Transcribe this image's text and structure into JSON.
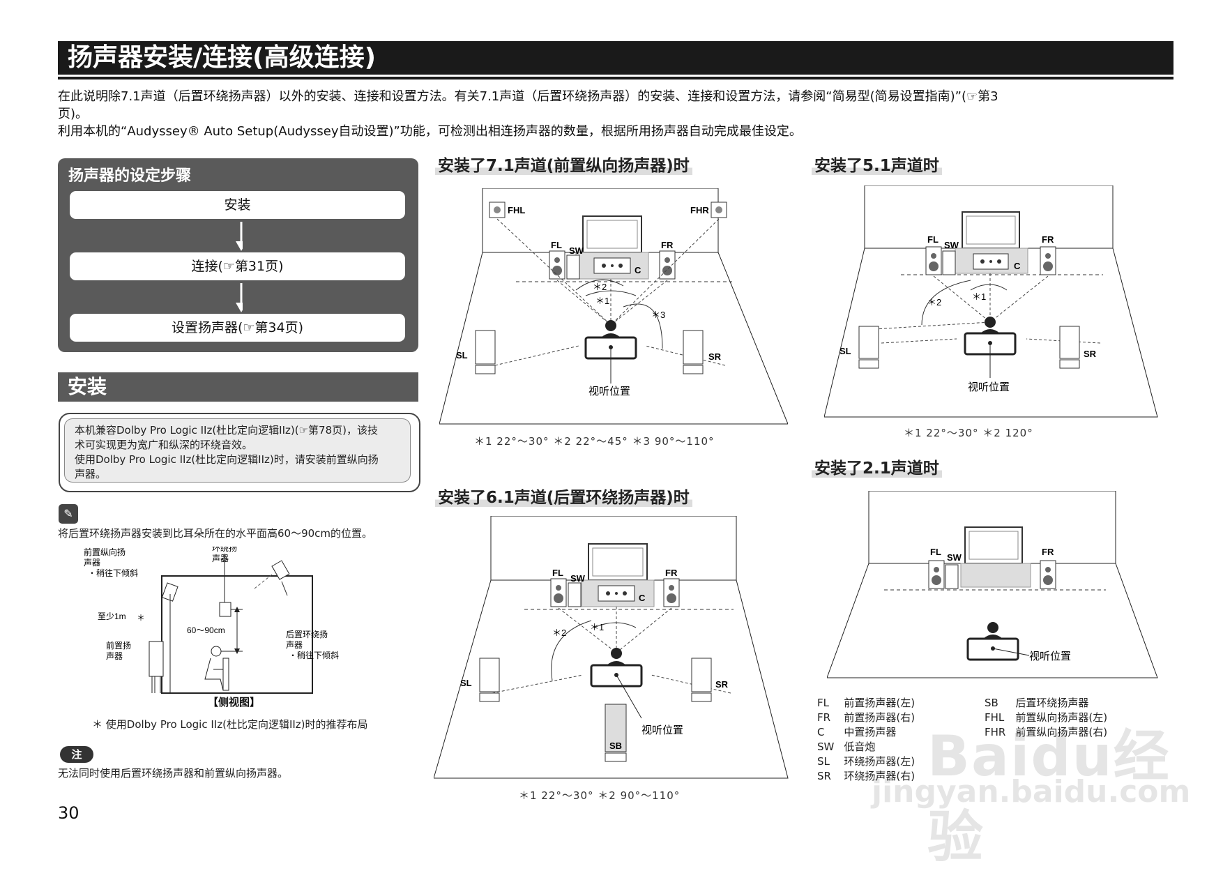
{
  "page": {
    "title": "扬声器安装/连接(高级连接)",
    "intro_line1": "在此说明除7.1声道（后置环绕扬声器）以外的安装、连接和设置方法。有关7.1声道（后置环绕扬声器）的安装、连接和设置方法，请参阅“简易型(简易设置指南)”(☞第3",
    "intro_line2": "页)。",
    "intro_line3": "利用本机的“Audyssey® Auto Setup(Audyssey自动设置)”功能，可检测出相连扬声器的数量，根据所用扬声器自动完成最佳设定。",
    "page_number": "30"
  },
  "steps": {
    "title": "扬声器的设定步骤",
    "items": [
      "安装",
      "连接(☞第31页)",
      "设置扬声器(☞第34页)"
    ]
  },
  "install": {
    "heading": "安装",
    "note_lines": [
      "本机兼容Dolby Pro Logic IIz(杜比定向逻辑IIz)(☞第78页)，该技",
      "术可实现更为宽广和纵深的环绕音效。",
      "使用Dolby Pro Logic IIz(杜比定向逻辑IIz)时，请安装前置纵向扬",
      "声器。"
    ],
    "tip": "将后置环绕扬声器安装到比耳朵所在的水平面高60～90cm的位置。",
    "side_view": {
      "label_front_height": "前置纵向扬",
      "label_front_height2": "声器",
      "label_tilt1": "・稍往下倾斜",
      "label_surround": "环绕扬",
      "label_surround2": "声器",
      "label_min": "至少1m",
      "label_star": "＊",
      "label_height": "60～90cm",
      "label_front": "前置扬",
      "label_front2": "声器",
      "label_rear": "后置环绕扬",
      "label_rear2": "声器",
      "label_tilt2": "・稍往下倾斜",
      "caption": "【侧视图】"
    },
    "footnote": "＊ 使用Dolby Pro Logic IIz(杜比定向逻辑IIz)时的推荐布局",
    "note_badge": "注",
    "note_text": "无法同时使用后置环绕扬声器和前置纵向扬声器。"
  },
  "diagrams": {
    "d71": {
      "heading": "安装了7.1声道(前置纵向扬声器)时",
      "caption": "＊1  22°～30°    ＊2  22°～45°    ＊3  90°～110°"
    },
    "d51": {
      "heading": "安装了5.1声道时",
      "caption": "＊1  22°～30°    ＊2  120°"
    },
    "d61": {
      "heading": "安装了6.1声道(后置环绕扬声器)时",
      "caption": "＊1  22°～30°    ＊2  90°～110°"
    },
    "d21": {
      "heading": "安装了2.1声道时"
    },
    "labels": {
      "FHL": "FHL",
      "FHR": "FHR",
      "FL": "FL",
      "FR": "FR",
      "SW": "SW",
      "C": "C",
      "SL": "SL",
      "SR": "SR",
      "SB": "SB",
      "listen": "视听位置",
      "s1": "＊1",
      "s2": "＊2",
      "s3": "＊3"
    }
  },
  "legend": [
    [
      "FL",
      "前置扬声器(左)"
    ],
    [
      "FR",
      "前置扬声器(右)"
    ],
    [
      "C",
      "中置扬声器"
    ],
    [
      "SW",
      "低音炮"
    ],
    [
      "SL",
      "环绕扬声器(左)"
    ],
    [
      "SR",
      "环绕扬声器(右)"
    ]
  ],
  "legend2": [
    [
      "SB",
      "后置环绕扬声器"
    ],
    [
      "FHL",
      "前置纵向扬声器(左)"
    ],
    [
      "FHR",
      "前置纵向扬声器(右)"
    ]
  ],
  "watermark": {
    "line1": "Baidu经验",
    "line2": "jingyan.baidu.com"
  }
}
